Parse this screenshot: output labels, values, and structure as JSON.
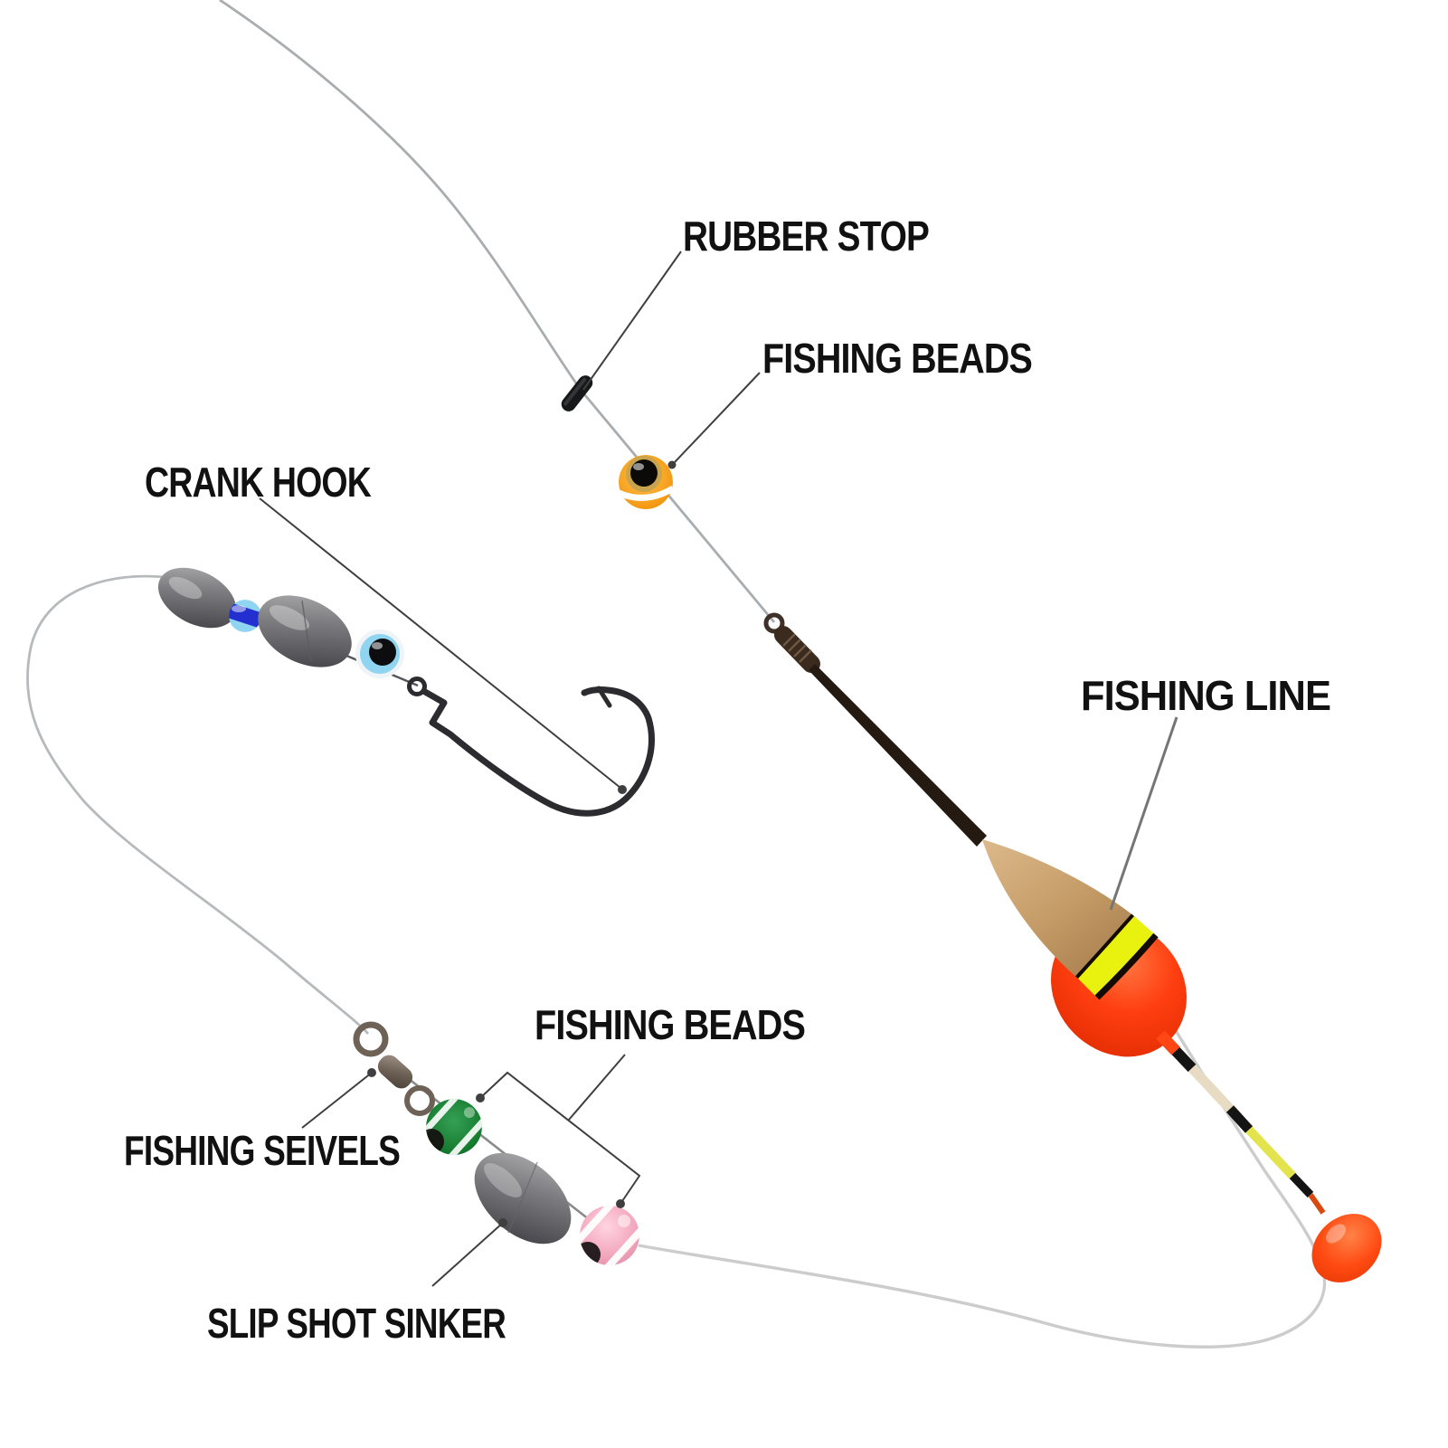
{
  "figure": {
    "type": "fishing-rig-components-diagram",
    "background": "#ffffff"
  },
  "labels": {
    "rubber_stop": "RUBBER STOP",
    "fishing_beads_top": "FISHING BEADS",
    "crank_hook": "CRANK HOOK",
    "fishing_line": "FISHING LINE",
    "fishing_beads_bottom": "FISHING BEADS",
    "fishing_seivels": "FISHING SEIVELS",
    "slip_shot_sinker": "SLIP SHOT SINKER"
  },
  "components": [
    "rubber stop",
    "orange eye fishing bead",
    "crank hook with egg sinkers and beads",
    "slip bobber float with wood cone top",
    "barrel swivel",
    "green fishing bead",
    "slip shot egg sinker",
    "pink fishing bead",
    "orange teardrop float tip",
    "fishing line"
  ],
  "colors": {
    "background": "#ffffff",
    "label": "#111111",
    "pointer": "#3f3f3f",
    "pointer_thick": "#757575",
    "line_main": "#a9adb0",
    "line_curve": "#b7babc",
    "line_light": "#cccccc",
    "rubber": "#17181a",
    "bead_orange": "#f59c16",
    "bead_amber": "#c9a44c",
    "bead_navy": "#2330cf",
    "bead_lightblue": "#8fd4f0",
    "wood": "#c9a06c",
    "band_yellow": "#e8f20e",
    "body_orange": "#ff3e10",
    "stem_cream": "#e7dcc3",
    "stem_yellow": "#e3e34e",
    "stem_black": "#141414",
    "teardrop_orange": "#ff4a12",
    "swivel_metal": "#6e6257",
    "bead_green": "#157a2e",
    "bead_pink": "#f2a6bd",
    "hook_metal": "#2b2b30"
  }
}
